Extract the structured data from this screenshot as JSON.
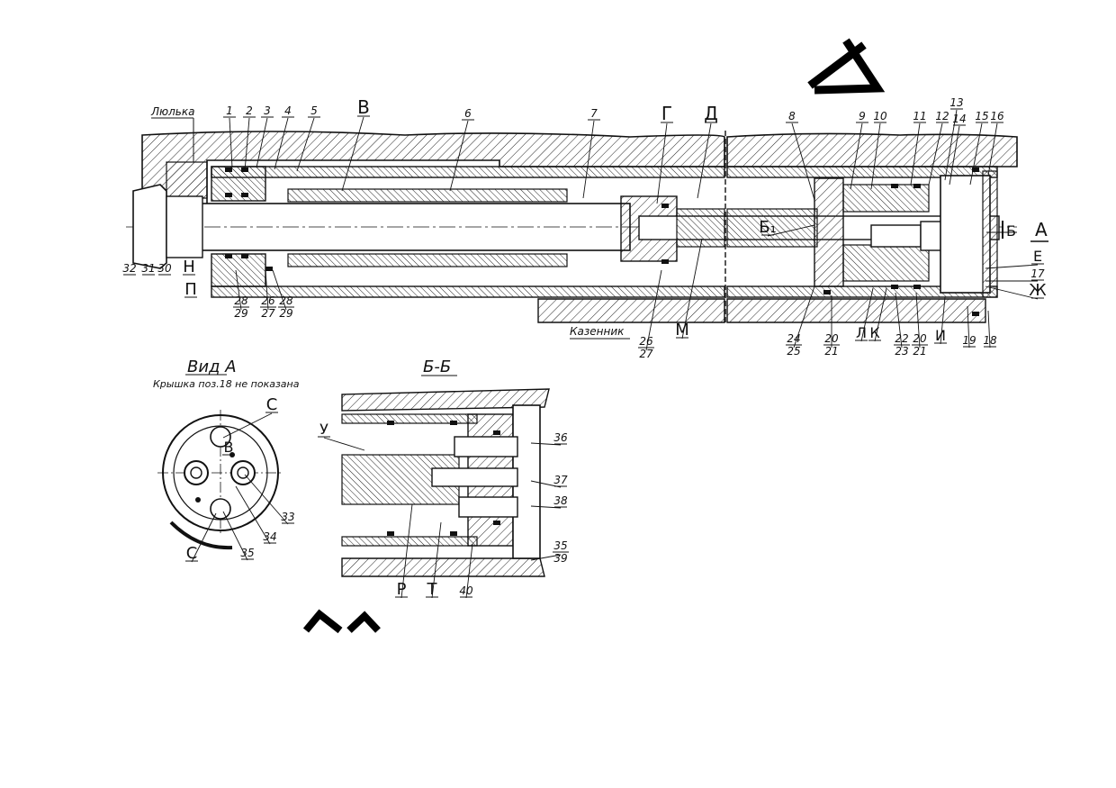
{
  "labels": {
    "lyulka": "Люлька",
    "kazennik": "Казенник",
    "vid_a": "Вид А",
    "vid_a_note": "Крышка поз.18 не показана",
    "section_bb": "Б-Б",
    "cut_b": "Б",
    "cut_a": "А"
  },
  "top_callouts": [
    "1",
    "2",
    "3",
    "4",
    "5",
    "В",
    "6",
    "7",
    "Г",
    "Д",
    "8",
    "9",
    "10",
    "11",
    "12",
    "13",
    "14",
    "15",
    "16"
  ],
  "side_callouts": [
    "Б₁",
    "Е",
    "17",
    "Ж"
  ],
  "bottom_callouts": [
    "32",
    "31",
    "30",
    "Н",
    "П",
    "28/29",
    "26/27",
    "28/29",
    "26/27",
    "М",
    "24/25",
    "20/21",
    "Л",
    "К",
    "22/23",
    "20/21",
    "И",
    "19",
    "18"
  ],
  "view_a_callouts": [
    "С",
    "В",
    "33",
    "34",
    "35",
    "С"
  ],
  "section_bb_callouts": [
    "У",
    "36",
    "37",
    "38",
    "35/39",
    "Р",
    "Т",
    "40"
  ]
}
